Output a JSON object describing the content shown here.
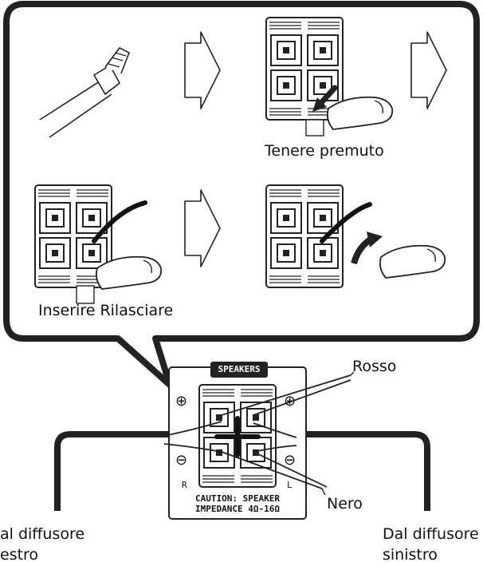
{
  "labels": {
    "tenere_premuto": "Tenere premuto",
    "inserire_rilasciare": "Inserire Rilasciare",
    "rosso": "Rosso",
    "nero": "Nero",
    "dal_diffusore_destro_line1": "al diffusore",
    "dal_diffusore_destro_line2": "estro",
    "dal_diffusore_sinistro_line1": "Dal diffusore",
    "dal_diffusore_sinistro_line2": "sinistro"
  },
  "panel": {
    "badge": "SPEAKERS",
    "caution_line1": "CAUTION:  SPEAKER",
    "caution_line2": "IMPEDANCE  4Ω-16Ω",
    "channel_right": "R",
    "channel_left": "L",
    "plus": "⊕",
    "minus": "⊖"
  }
}
